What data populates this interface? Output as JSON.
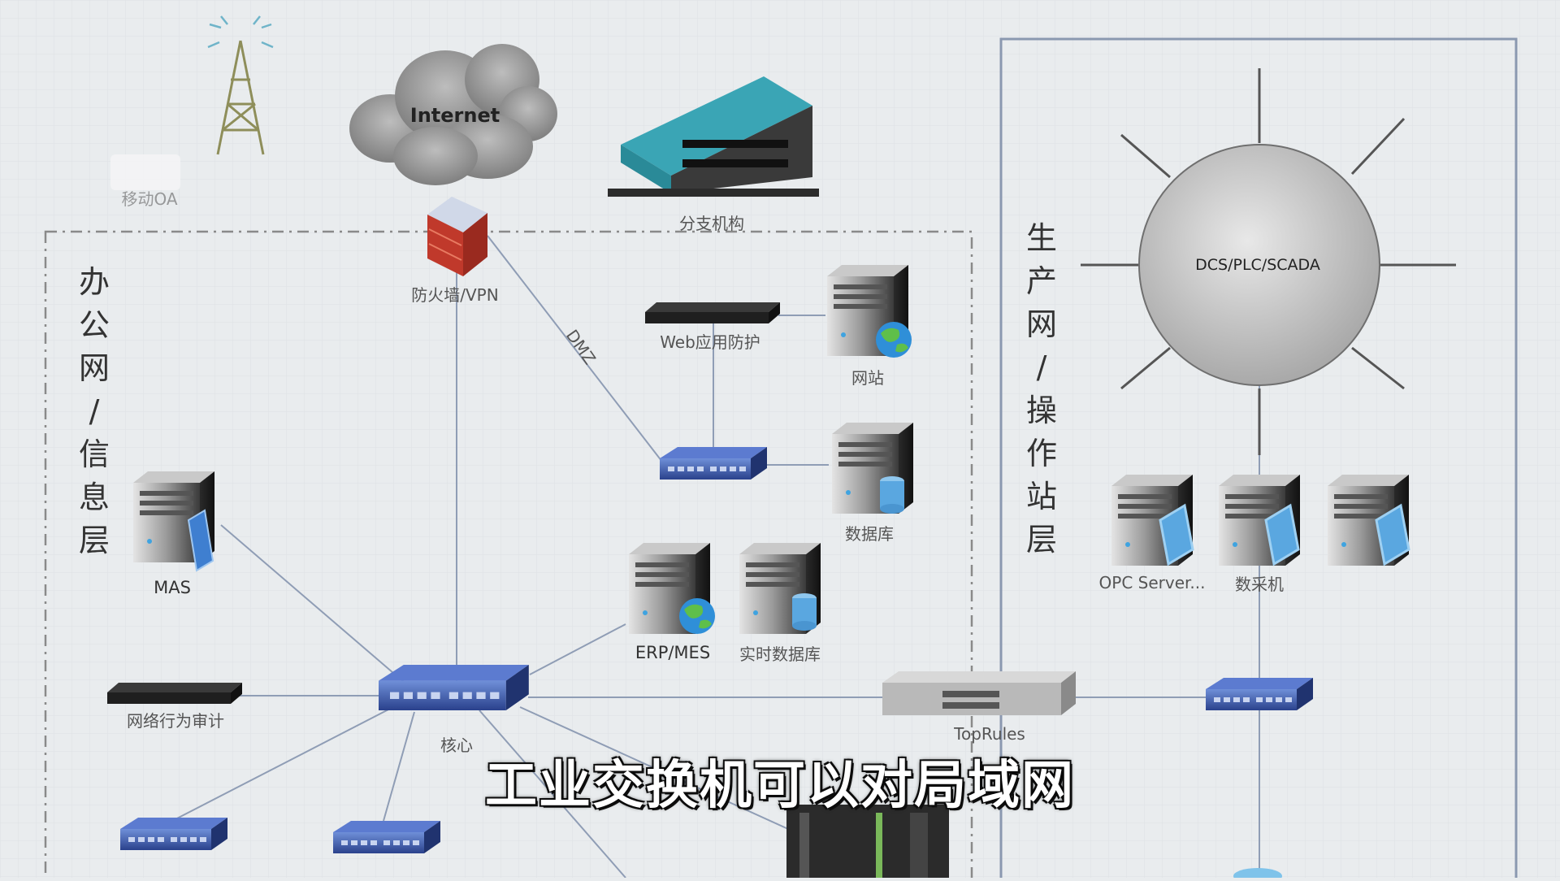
{
  "zones": {
    "office": "办公网/信息层",
    "production": "生产网/操作站层"
  },
  "labels": {
    "mobile_oa": "移动OA",
    "internet": "Internet",
    "branch": "分支机构",
    "firewall": "防火墙/VPN",
    "dmz": "DMZ",
    "waf": "Web应用防护",
    "website": "网站",
    "database": "数据库",
    "mas": "MAS",
    "erp": "ERP/MES",
    "rtdb": "实时数据库",
    "audit": "网络行为审计",
    "core": "核心",
    "toprules": "TopRules",
    "dcs": "DCS/PLC/SCADA",
    "opc": "OPC Server...",
    "collector": "数采机"
  },
  "subtitle": "工业交换机可以对局域网",
  "colors": {
    "background": "#e9ecee",
    "switch": "#3a55a5",
    "firewall": "#c0392b",
    "building": "#3aa5b5",
    "line": "#8f9db5"
  }
}
